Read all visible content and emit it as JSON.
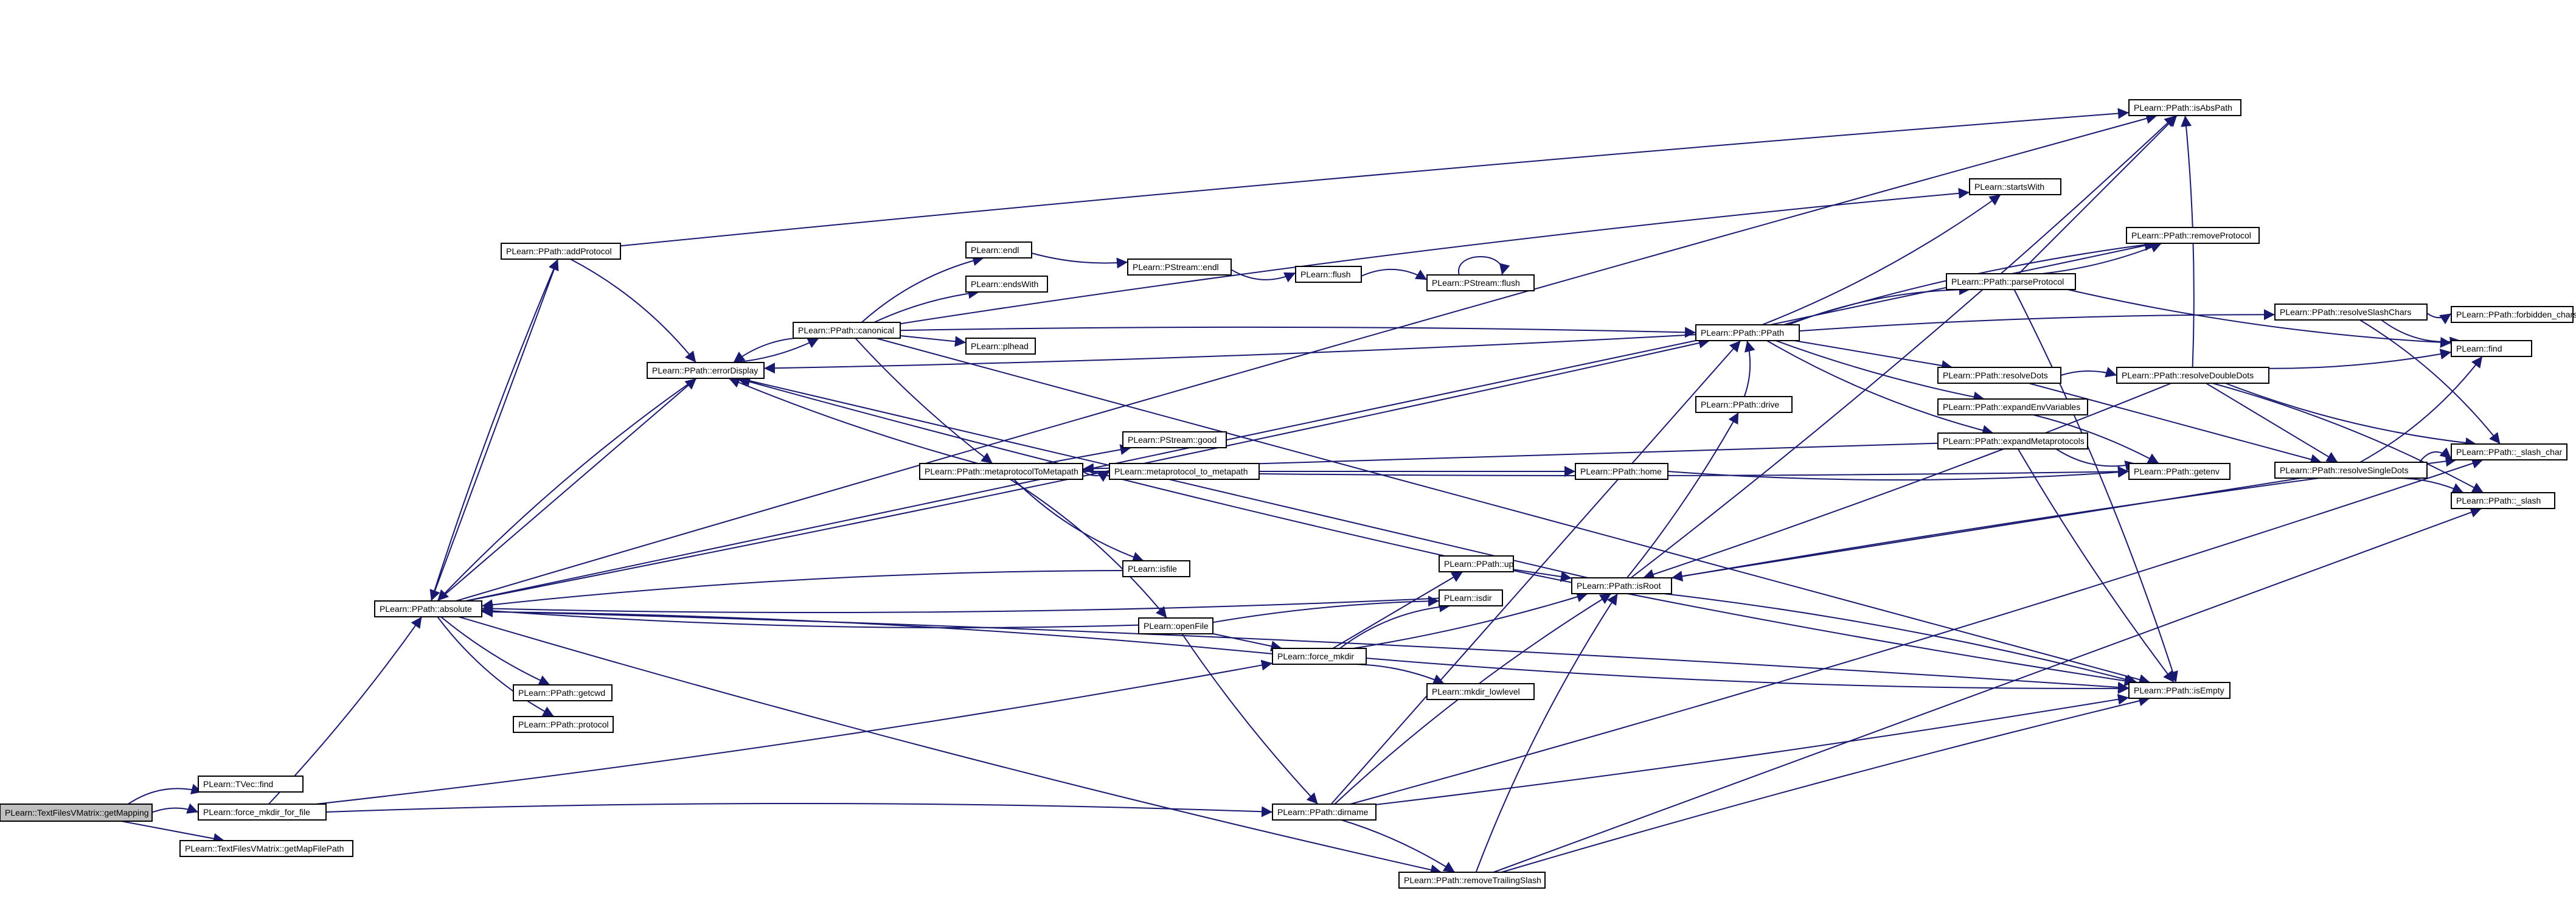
{
  "colors": {
    "edge": "#191970",
    "node_fill": "#ffffff",
    "root_fill": "#bfbfbf",
    "node_border": "#000000"
  },
  "nodes": [
    {
      "id": "getMapping",
      "label": "PLearn::TextFilesVMatrix::getMapping",
      "root": true
    },
    {
      "id": "tvecFind",
      "label": "PLearn::TVec::find"
    },
    {
      "id": "forceMkdirForFile",
      "label": "PLearn::force_mkdir_for_file"
    },
    {
      "id": "getMapFilePath",
      "label": "PLearn::TextFilesVMatrix::getMapFilePath"
    },
    {
      "id": "absolute",
      "label": "PLearn::PPath::absolute"
    },
    {
      "id": "getcwd",
      "label": "PLearn::PPath::getcwd"
    },
    {
      "id": "protocol",
      "label": "PLearn::PPath::protocol"
    },
    {
      "id": "addProtocol",
      "label": "PLearn::PPath::addProtocol"
    },
    {
      "id": "errorDisplay",
      "label": "PLearn::PPath::errorDisplay"
    },
    {
      "id": "canonical",
      "label": "PLearn::PPath::canonical"
    },
    {
      "id": "endl",
      "label": "PLearn::endl"
    },
    {
      "id": "endsWith",
      "label": "PLearn::endsWith"
    },
    {
      "id": "plhead",
      "label": "PLearn::plhead"
    },
    {
      "id": "pstreamEndl",
      "label": "PLearn::PStream::endl"
    },
    {
      "id": "flush",
      "label": "PLearn::flush"
    },
    {
      "id": "pstreamFlush",
      "label": "PLearn::PStream::flush"
    },
    {
      "id": "metaToMetapath",
      "label": "PLearn::PPath::metaprotocolToMetapath"
    },
    {
      "id": "pstreamGood",
      "label": "PLearn::PStream::good"
    },
    {
      "id": "metaprotocolToMetapath",
      "label": "PLearn::metaprotocol_to_metapath"
    },
    {
      "id": "isfile",
      "label": "PLearn::isfile"
    },
    {
      "id": "openFile",
      "label": "PLearn::openFile"
    },
    {
      "id": "forceMkdir",
      "label": "PLearn::force_mkdir"
    },
    {
      "id": "isdir",
      "label": "PLearn::isdir"
    },
    {
      "id": "mkdirLowlevel",
      "label": "PLearn::mkdir_lowlevel"
    },
    {
      "id": "up",
      "label": "PLearn::PPath::up"
    },
    {
      "id": "home",
      "label": "PLearn::PPath::home"
    },
    {
      "id": "dirname",
      "label": "PLearn::PPath::dirname"
    },
    {
      "id": "removeTrailingSlash",
      "label": "PLearn::PPath::removeTrailingSlash"
    },
    {
      "id": "drive",
      "label": "PLearn::PPath::drive"
    },
    {
      "id": "isRoot",
      "label": "PLearn::PPath::isRoot"
    },
    {
      "id": "ppath",
      "label": "PLearn::PPath::PPath"
    },
    {
      "id": "startsWith",
      "label": "PLearn::startsWith"
    },
    {
      "id": "parseProtocol",
      "label": "PLearn::PPath::parseProtocol"
    },
    {
      "id": "resolveDots",
      "label": "PLearn::PPath::resolveDots"
    },
    {
      "id": "expandEnvVariables",
      "label": "PLearn::PPath::expandEnvVariables"
    },
    {
      "id": "expandMetaprotocols",
      "label": "PLearn::PPath::expandMetaprotocols"
    },
    {
      "id": "isAbsPath",
      "label": "PLearn::PPath::isAbsPath"
    },
    {
      "id": "removeProtocol",
      "label": "PLearn::PPath::removeProtocol"
    },
    {
      "id": "resolveDoubleDots",
      "label": "PLearn::PPath::resolveDoubleDots"
    },
    {
      "id": "resolveSlashChars",
      "label": "PLearn::PPath::resolveSlashChars"
    },
    {
      "id": "resolveSingleDots",
      "label": "PLearn::PPath::resolveSingleDots"
    },
    {
      "id": "getenv",
      "label": "PLearn::PPath::getenv"
    },
    {
      "id": "isEmpty",
      "label": "PLearn::PPath::isEmpty"
    },
    {
      "id": "forbiddenChars",
      "label": "PLearn::PPath::forbidden_chars"
    },
    {
      "id": "pfind",
      "label": "PLearn::find"
    },
    {
      "id": "slashChar",
      "label": "PLearn::PPath::_slash_char"
    },
    {
      "id": "slash",
      "label": "PLearn::PPath::_slash"
    }
  ],
  "edges": [
    [
      "getMapping",
      "tvecFind"
    ],
    [
      "getMapping",
      "forceMkdirForFile"
    ],
    [
      "getMapping",
      "getMapFilePath"
    ],
    [
      "forceMkdirForFile",
      "absolute"
    ],
    [
      "forceMkdirForFile",
      "forceMkdir"
    ],
    [
      "forceMkdirForFile",
      "dirname"
    ],
    [
      "absolute",
      "addProtocol"
    ],
    [
      "absolute",
      "errorDisplay"
    ],
    [
      "absolute",
      "getcwd"
    ],
    [
      "absolute",
      "protocol"
    ],
    [
      "absolute",
      "isEmpty"
    ],
    [
      "absolute",
      "isAbsPath"
    ],
    [
      "absolute",
      "removeProtocol"
    ],
    [
      "absolute",
      "ppath"
    ],
    [
      "absolute",
      "removeTrailingSlash"
    ],
    [
      "addProtocol",
      "errorDisplay"
    ],
    [
      "addProtocol",
      "isAbsPath"
    ],
    [
      "addProtocol",
      "absolute"
    ],
    [
      "errorDisplay",
      "canonical"
    ],
    [
      "errorDisplay",
      "absolute"
    ],
    [
      "canonical",
      "endl"
    ],
    [
      "canonical",
      "endsWith"
    ],
    [
      "canonical",
      "plhead"
    ],
    [
      "canonical",
      "metaToMetapath"
    ],
    [
      "canonical",
      "errorDisplay"
    ],
    [
      "canonical",
      "startsWith"
    ],
    [
      "canonical",
      "ppath"
    ],
    [
      "canonical",
      "isEmpty"
    ],
    [
      "endl",
      "pstreamEndl"
    ],
    [
      "pstreamEndl",
      "flush"
    ],
    [
      "flush",
      "pstreamFlush"
    ],
    [
      "pstreamFlush",
      "pstreamFlush"
    ],
    [
      "metaToMetapath",
      "pstreamGood"
    ],
    [
      "metaToMetapath",
      "metaprotocolToMetapath"
    ],
    [
      "metaToMetapath",
      "isfile"
    ],
    [
      "metaToMetapath",
      "openFile"
    ],
    [
      "metaToMetapath",
      "errorDisplay"
    ],
    [
      "metaToMetapath",
      "home"
    ],
    [
      "metaToMetapath",
      "getenv"
    ],
    [
      "isfile",
      "absolute"
    ],
    [
      "openFile",
      "absolute"
    ],
    [
      "openFile",
      "isdir"
    ],
    [
      "openFile",
      "forceMkdir"
    ],
    [
      "openFile",
      "dirname"
    ],
    [
      "forceMkdir",
      "absolute"
    ],
    [
      "forceMkdir",
      "isdir"
    ],
    [
      "forceMkdir",
      "mkdirLowlevel"
    ],
    [
      "forceMkdir",
      "up"
    ],
    [
      "forceMkdir",
      "isRoot"
    ],
    [
      "forceMkdir",
      "isEmpty"
    ],
    [
      "isdir",
      "absolute"
    ],
    [
      "up",
      "errorDisplay"
    ],
    [
      "up",
      "isRoot"
    ],
    [
      "up",
      "isEmpty"
    ],
    [
      "home",
      "getenv"
    ],
    [
      "dirname",
      "isRoot"
    ],
    [
      "dirname",
      "removeTrailingSlash"
    ],
    [
      "dirname",
      "ppath"
    ],
    [
      "dirname",
      "isEmpty"
    ],
    [
      "dirname",
      "slashChar"
    ],
    [
      "removeTrailingSlash",
      "isRoot"
    ],
    [
      "removeTrailingSlash",
      "isEmpty"
    ],
    [
      "removeTrailingSlash",
      "slash"
    ],
    [
      "isRoot",
      "drive"
    ],
    [
      "isRoot",
      "isAbsPath"
    ],
    [
      "isRoot",
      "isEmpty"
    ],
    [
      "isRoot",
      "slashChar"
    ],
    [
      "isRoot",
      "errorDisplay"
    ],
    [
      "drive",
      "ppath"
    ],
    [
      "ppath",
      "startsWith"
    ],
    [
      "ppath",
      "parseProtocol"
    ],
    [
      "ppath",
      "resolveSlashChars"
    ],
    [
      "ppath",
      "resolveDots"
    ],
    [
      "ppath",
      "expandEnvVariables"
    ],
    [
      "ppath",
      "expandMetaprotocols"
    ],
    [
      "ppath",
      "removeProtocol"
    ],
    [
      "ppath",
      "errorDisplay"
    ],
    [
      "parseProtocol",
      "isAbsPath"
    ],
    [
      "parseProtocol",
      "removeProtocol"
    ],
    [
      "parseProtocol",
      "pfind"
    ],
    [
      "parseProtocol",
      "isEmpty"
    ],
    [
      "resolveDots",
      "resolveDoubleDots"
    ],
    [
      "resolveDots",
      "resolveSingleDots"
    ],
    [
      "resolveDoubleDots",
      "pfind"
    ],
    [
      "resolveDoubleDots",
      "slashChar"
    ],
    [
      "resolveDoubleDots",
      "slash"
    ],
    [
      "resolveDoubleDots",
      "isRoot"
    ],
    [
      "resolveDoubleDots",
      "resolveSingleDots"
    ],
    [
      "resolveDoubleDots",
      "isAbsPath"
    ],
    [
      "resolveSingleDots",
      "pfind"
    ],
    [
      "resolveSingleDots",
      "slashChar"
    ],
    [
      "resolveSingleDots",
      "slash"
    ],
    [
      "resolveSingleDots",
      "isRoot"
    ],
    [
      "resolveSlashChars",
      "forbiddenChars"
    ],
    [
      "resolveSlashChars",
      "pfind"
    ],
    [
      "resolveSlashChars",
      "slashChar"
    ],
    [
      "expandEnvVariables",
      "getenv"
    ],
    [
      "expandMetaprotocols",
      "metaToMetapath"
    ],
    [
      "expandMetaprotocols",
      "isEmpty"
    ],
    [
      "expandMetaprotocols",
      "getenv"
    ]
  ]
}
